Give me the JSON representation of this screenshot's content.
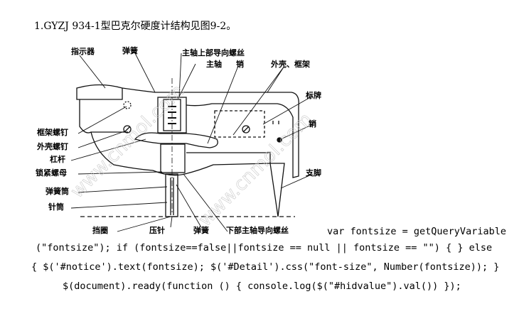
{
  "heading": "1.GYZJ 934-1型巴克尔硬度计结构见图9-2。",
  "diagram": {
    "labels": {
      "indicator": "指示器",
      "spring_top": "弹簧",
      "upper_guide_screw": "主轴上部导向螺丝",
      "spindle": "主轴",
      "pin_top": "销",
      "housing_frame": "外壳、框架",
      "nameplate": "标牌",
      "pin_right": "销",
      "leg": "支脚",
      "frame_screw": "框架螺钉",
      "housing_screw": "外壳螺钉",
      "lever": "杠杆",
      "lock_nut": "锁紧螺母",
      "spring_barrel": "弹簧筒",
      "needle_barrel": "针筒",
      "retaining_ring": "挡圈",
      "indenter": "压针",
      "spring_bottom": "弹簧",
      "lower_guide_screw": "下部主轴导向螺丝"
    },
    "watermark": "www.cnmol.com"
  },
  "code": {
    "line1": "var fontsize = getQueryVariable",
    "line2": "(\"fontsize\"); if (fontsize==false||fontsize == null || fontsize == \"\") { } else",
    "line3": "{ $('#notice').text(fontsize); $('#Detail').css(\"font-size\", Number(fontsize)); }",
    "line4": "$(document).ready(function () { console.log($(\"#hidvalue\").val()) });"
  }
}
